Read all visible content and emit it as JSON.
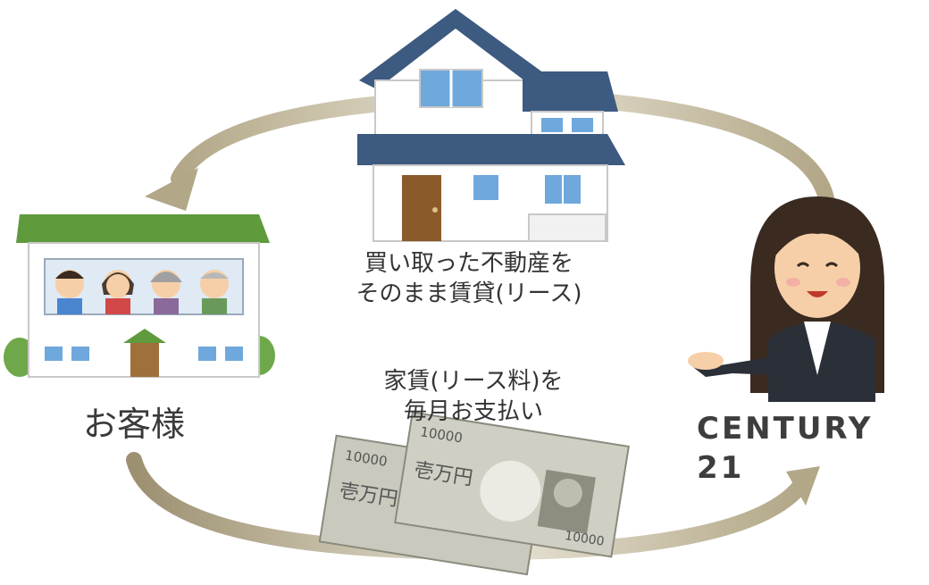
{
  "captions": {
    "house_line1": "買い取った不動産を",
    "house_line2": "そのまま賃貸(リース)",
    "rent_line1": "家賃(リース料)を",
    "rent_line2": "毎月お支払い"
  },
  "labels": {
    "customer": "お客様",
    "brand": "CENTURY 21"
  },
  "banknote": {
    "denomination": "10000",
    "text": "壱万円"
  },
  "colors": {
    "arrow": "#b2a787",
    "roof_blue": "#3d5a80",
    "roof_green": "#5f9a3c",
    "door_brown": "#8a5a2b",
    "suit": "#2b3038",
    "banknote": "#c9c9bd"
  },
  "icons": [
    "house-icon",
    "family-house-icon",
    "agent-woman-icon",
    "banknote-icon"
  ]
}
